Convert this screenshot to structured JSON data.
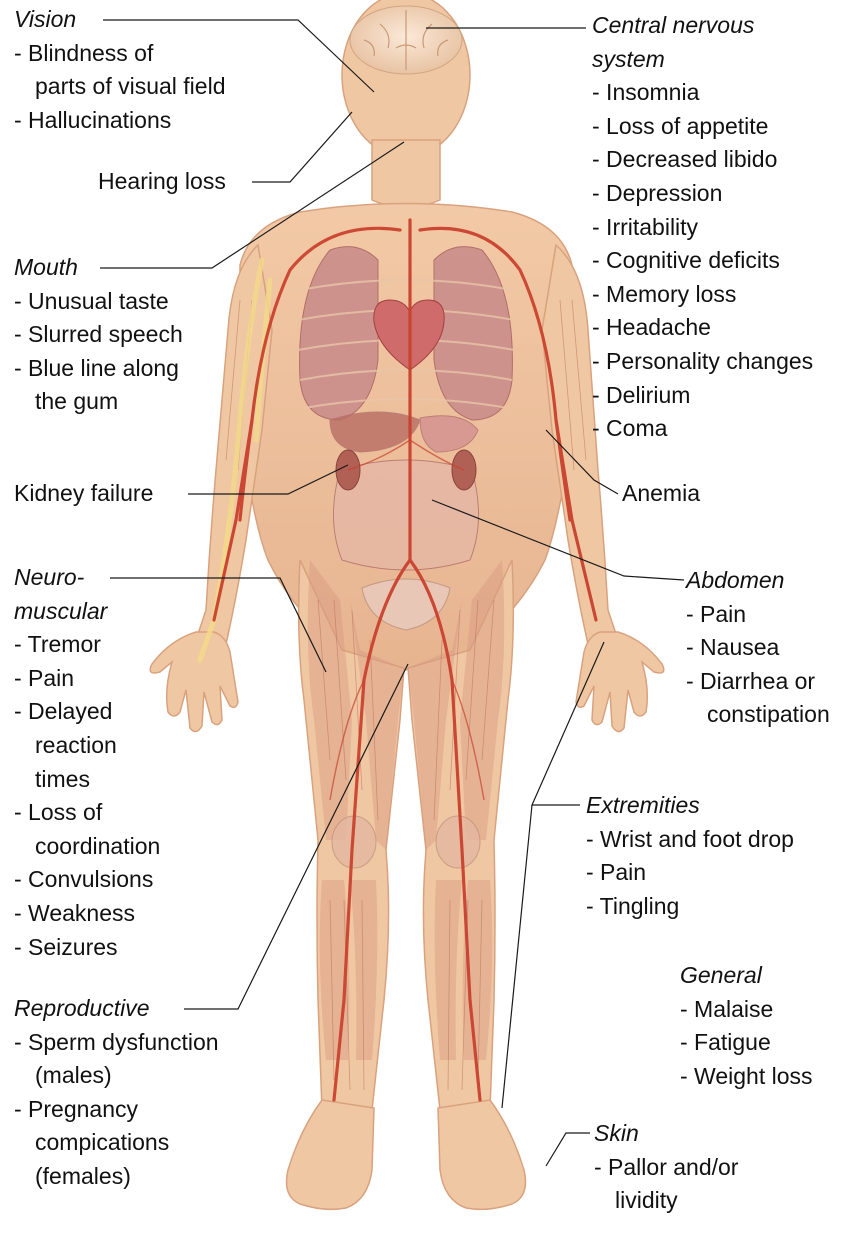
{
  "figure": {
    "colors": {
      "skin": "#f0c7a3",
      "skin_edge": "#d9a27e",
      "muscle": "#d99a82",
      "muscle_line": "#b86b59",
      "artery": "#c9422e",
      "organ": "#c98a8a",
      "nerve": "#f3d98a",
      "leader_line": "#1a1a1a",
      "text": "#111111"
    },
    "icons": [
      "human-body-anatomy-icon",
      "brain-icon",
      "heart-icon",
      "lungs-icon",
      "kidney-icon",
      "artery-icon",
      "nerve-icon"
    ]
  },
  "labels": {
    "vision": {
      "heading": "Vision",
      "items": [
        "- Blindness of",
        "parts of visual field",
        "- Hallucinations"
      ]
    },
    "hearing": {
      "text": "Hearing loss"
    },
    "mouth": {
      "heading": "Mouth",
      "items": [
        "- Unusual taste",
        "- Slurred speech",
        "- Blue line along",
        "the gum"
      ]
    },
    "kidney": {
      "text": "Kidney failure"
    },
    "neuromuscular": {
      "heading1": "Neuro-",
      "heading2": "muscular",
      "items": [
        "- Tremor",
        "- Pain",
        "- Delayed",
        "reaction",
        "times",
        "- Loss of",
        "coordination",
        "- Convulsions",
        "- Weakness",
        "- Seizures"
      ]
    },
    "reproductive": {
      "heading": "Reproductive",
      "items": [
        "- Sperm dysfunction",
        "(males)",
        "- Pregnancy",
        "compications",
        "(females)"
      ]
    },
    "cns": {
      "heading1": "Central nervous",
      "heading2": "system",
      "items": [
        "- Insomnia",
        "- Loss of appetite",
        "- Decreased libido",
        "- Depression",
        "- Irritability",
        "- Cognitive deficits",
        "- Memory loss",
        "- Headache",
        "- Personality changes",
        "- Delirium",
        "- Coma"
      ]
    },
    "anemia": {
      "text": "Anemia"
    },
    "abdomen": {
      "heading": "Abdomen",
      "items": [
        "- Pain",
        "- Nausea",
        "- Diarrhea or",
        "constipation"
      ]
    },
    "extremities": {
      "heading": "Extremities",
      "items": [
        "- Wrist and foot drop",
        "- Pain",
        "- Tingling"
      ]
    },
    "general": {
      "heading": "General",
      "items": [
        "- Malaise",
        "- Fatigue",
        "- Weight loss"
      ]
    },
    "skin": {
      "heading": "Skin",
      "items": [
        "- Pallor and/or",
        "lividity"
      ]
    }
  }
}
